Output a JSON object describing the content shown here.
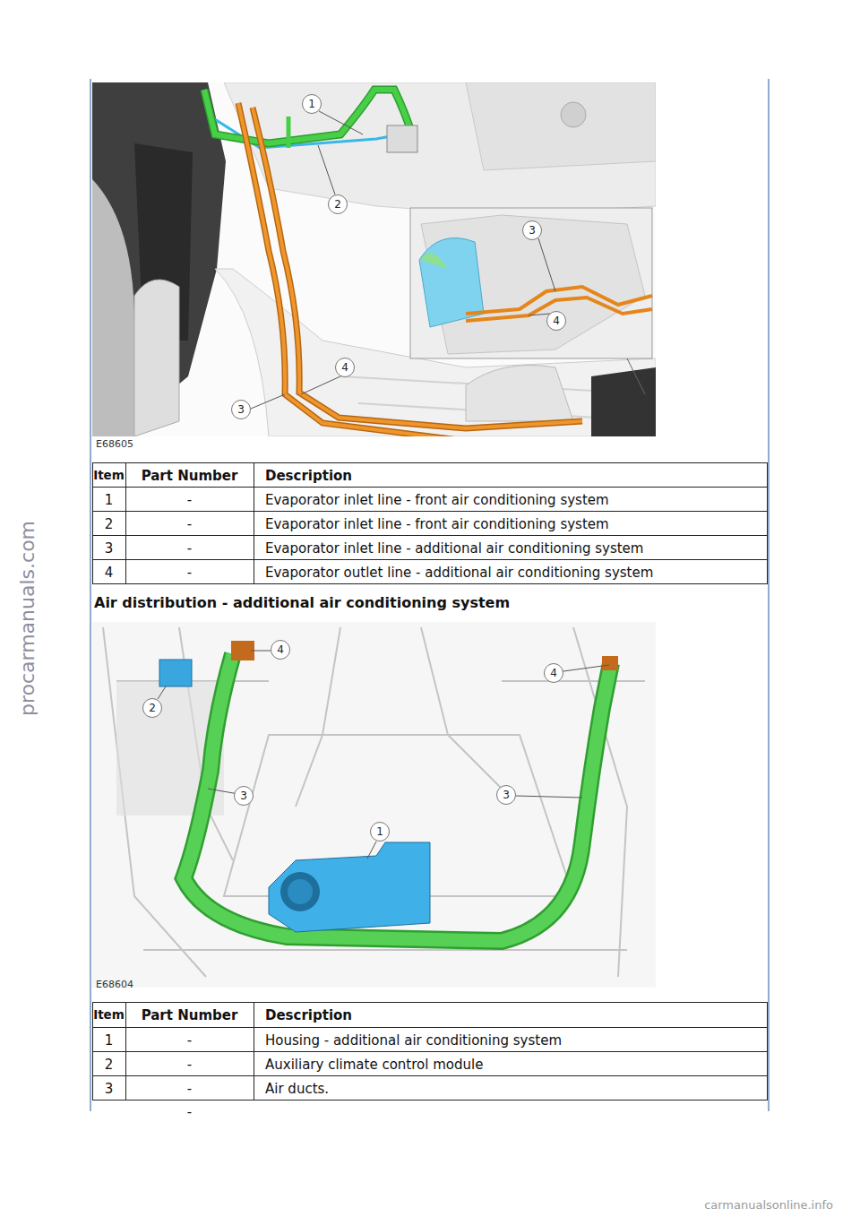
{
  "diagram": {
    "title": "Air distribution - additional air conditioning system",
    "labels": [
      "1",
      "2",
      "3",
      "4",
      "3",
      "4",
      "E68605",
      "Item",
      "Part Number",
      "Description",
      "1",
      "-",
      "Evaporator inlet line - front air conditioning system",
      "2",
      "-",
      "Evaporator inlet line - front air conditioning system",
      "3",
      "-",
      "Evaporator inlet line - additional air conditioning system",
      "4",
      "-",
      "Evaporator outlet line - additional air conditioning system",
      "4",
      "2",
      "4",
      "3",
      "3",
      "1",
      "E68604",
      "Item",
      "Part Number",
      "Description",
      "1",
      "-",
      "Housing - additional air conditioning system",
      "2",
      "-",
      "Auxiliary climate control module",
      "3",
      "-",
      "Air ducts.",
      "-",
      "procarmanuals.com",
      "carmanualsonline.info"
    ]
  }
}
